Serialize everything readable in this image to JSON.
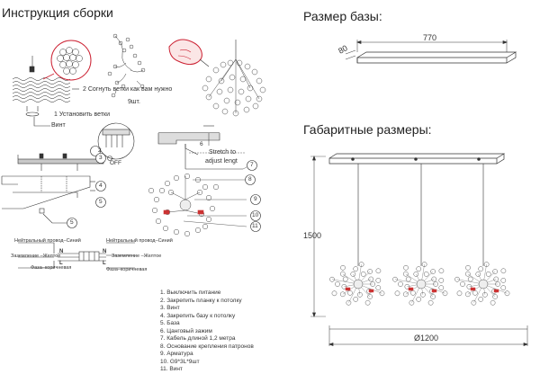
{
  "left_panel": {
    "title": "Инструкция сборки",
    "step2_label": "2 Согнуть ветки как вам нужно",
    "count_label": "9шт.",
    "step1_label": "1 Установить ветки",
    "screw_label": "Винт",
    "off_label": "OFF",
    "stretch_label_1": "Stretch to",
    "stretch_label_2": "adjust lengt",
    "callouts": [
      "1",
      "2",
      "3",
      "4",
      "5",
      "6",
      "7",
      "8",
      "9",
      "10",
      "11"
    ],
    "wiring": {
      "neutral_left": "Нейтральный провод–Синий",
      "ground_left": "Заземление –Желтое",
      "phase_left": "Фаза–коричневая",
      "neutral_right": "Нейтральный провод–Синий",
      "ground_right": "Заземление –Желтое",
      "phase_right": "Фаза–коричневая",
      "n_mark": "N",
      "l_mark": "L"
    },
    "legend": [
      "1. Выключить питание",
      "2. Закрепить планку к потолку",
      "3. Винт",
      "4. Закрепить базу к потолку",
      "5. База",
      "6. Цанговый зажим",
      "7. Кабель длиной 1,2 метра",
      "8. Основание крепления патронов",
      "9. Арматура",
      "10. G9*3L*9шт",
      "11. Винт"
    ]
  },
  "right_panel": {
    "base_title": "Размер базы:",
    "base_length": "770",
    "base_depth": "80",
    "overall_title": "Габаритные размеры:",
    "height": "1500",
    "diameter": "Ø1200"
  }
}
